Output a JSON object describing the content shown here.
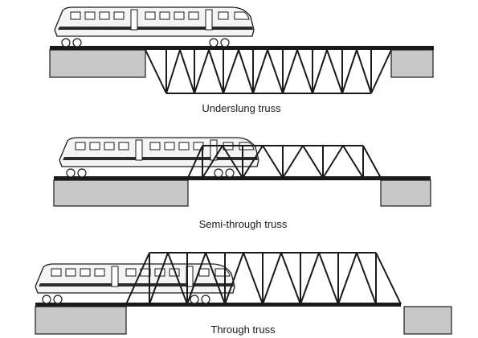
{
  "captions": {
    "underslung": "Underslung truss",
    "semi_through": "Semi-through truss",
    "through": "Through truss"
  },
  "colors": {
    "ink": "#1a1a1a",
    "abutment_fill": "#c8c8c8",
    "train_body": "#f4f4f4",
    "train_stripe": "#2b2b2b"
  },
  "icons": {
    "train": "train-icon",
    "abutment": "abutment-block"
  }
}
